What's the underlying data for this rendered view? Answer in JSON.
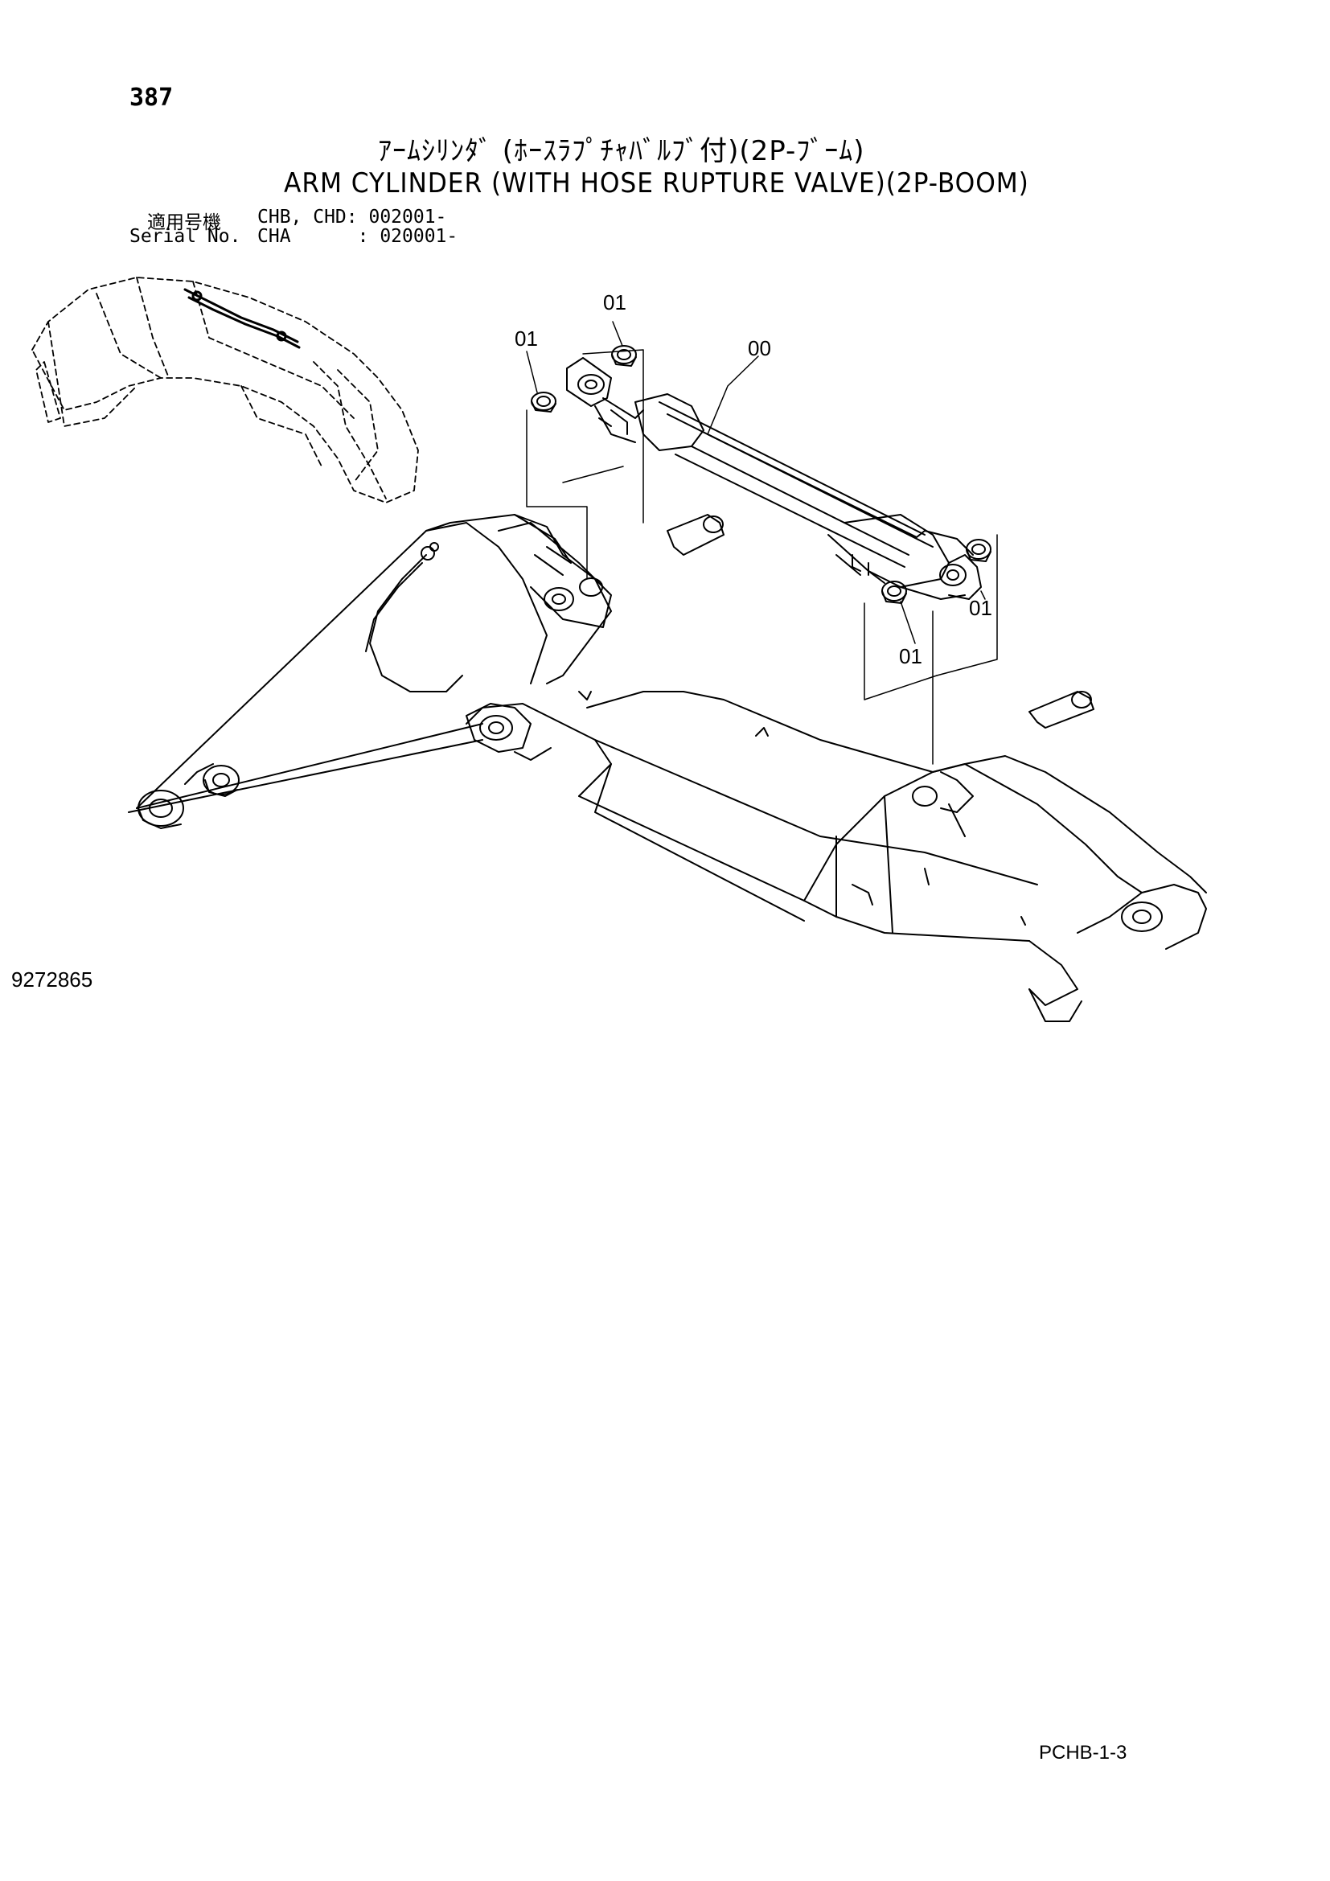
{
  "header": {
    "page_number": "387",
    "title_jp": "ｱｰﾑｼﾘﾝﾀﾞ (ﾎｰｽﾗﾌﾟﾁｬﾊﾞﾙﾌﾞ付)(2P-ﾌﾞｰﾑ)",
    "title_en": "ARM CYLINDER (WITH HOSE RUPTURE VALVE)(2P-BOOM)"
  },
  "applicability": {
    "label_jp": "適用号機",
    "models_1": "CHB, CHD: 002001-",
    "label_en": "Serial No.",
    "models_2": "CHA      : 020001-"
  },
  "callouts": {
    "c1": "01",
    "c2": "01",
    "c3": "00",
    "c4": "01",
    "c5": "01"
  },
  "footer": {
    "drawing_number": "9272865",
    "page_code": "PCHB-1-3"
  }
}
